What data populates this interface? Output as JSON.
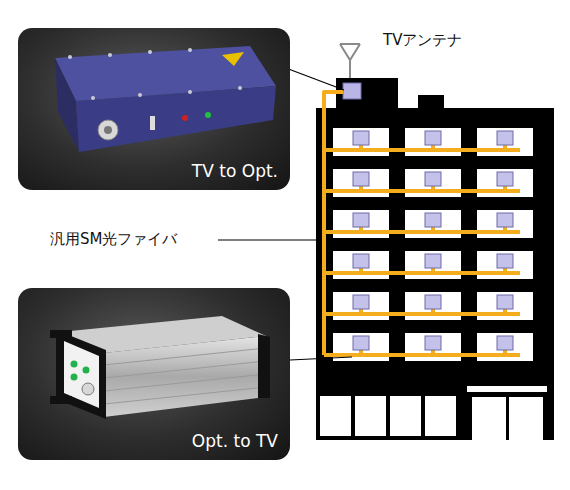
{
  "diagram": {
    "nodes": [
      {
        "text": [
          "TV to Opt."
        ]
      },
      {
        "text": [
          "Opt. to TV"
        ]
      }
    ],
    "labels": [
      "TVアンテナ",
      "汎用SM光ファイバ"
    ]
  }
}
